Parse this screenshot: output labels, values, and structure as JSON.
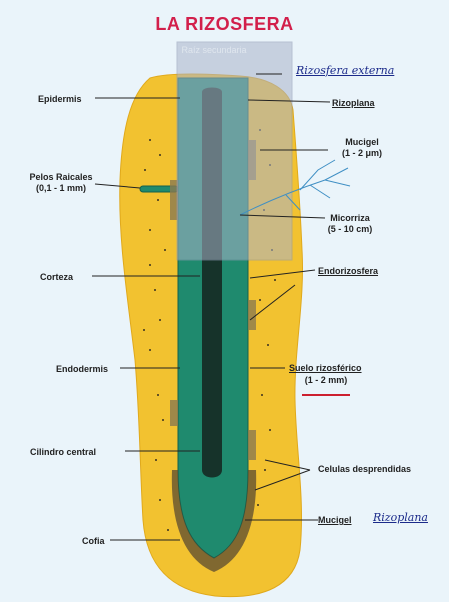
{
  "title": "LA RIZOSFERA",
  "box_label": "Raíz secundaria",
  "labels": {
    "epidermis": "Epidermis",
    "pelos_raicales": "Pelos Raicales",
    "pelos_raicales_size": "(0,1 - 1 mm)",
    "corteza": "Corteza",
    "endodermis": "Endodermis",
    "cilindro_central": "Cilindro central",
    "cofia": "Cofia",
    "rizosfera_externa": "Rizosfera externa",
    "rizoplana": "Rizoplana",
    "mucigel": "Mucigel",
    "mucigel_size": "(1 - 2 μm)",
    "micorriza": "Micorriza",
    "micorriza_size": "(5 - 10 cm)",
    "endorizosfera": "Endorizosfera",
    "suelo_rizosferico": "Suelo rizosférico",
    "suelo_rizosferico_size": "(1 - 2 mm)",
    "celulas_desprendidas": "Celulas desprendidas",
    "mucigel_bottom": "Mucigel",
    "rizoplana_hand": "Rizoplana"
  },
  "colors": {
    "title": "#d21f4b",
    "soil": "#f2c230",
    "root": "#1f8a6e",
    "stele": "#16332a",
    "secondary_root_box": "#aab3c9",
    "handwriting": "#1b2a8a",
    "underline_red": "#cc1f2f",
    "micorriza": "#3f8fc4"
  }
}
